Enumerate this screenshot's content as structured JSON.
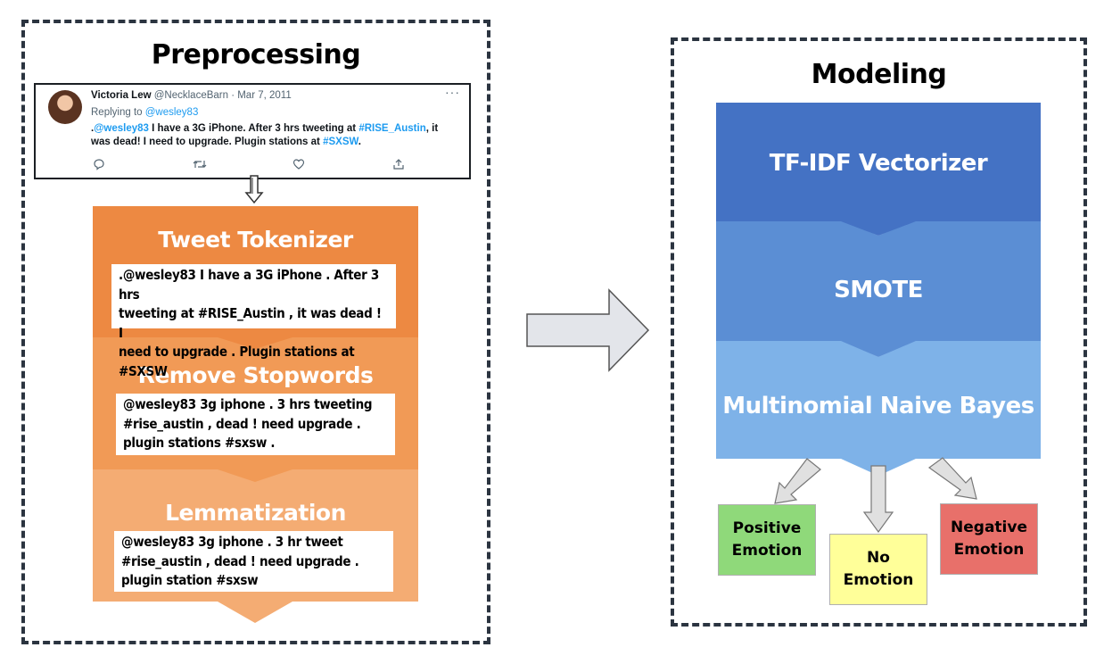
{
  "preprocessing": {
    "title": "Preprocessing",
    "tweet": {
      "name": "Victoria Lew",
      "handle_date": "@NecklaceBarn · Mar 7, 2011",
      "replying_prefix": "Replying to ",
      "replying_to": "@wesley83",
      "body_line1_prefix": ".",
      "body_mention": "@wesley83",
      "body_line1_mid": " I have a 3G iPhone. After 3 hrs tweeting at ",
      "body_hashtag1": "#RISE_Austin",
      "body_line1_end": ", it",
      "body_line2_start": "was dead!  I need to upgrade. Plugin stations at ",
      "body_hashtag2": "#SXSW",
      "body_line2_end": ".",
      "more": "···",
      "actions": [
        "reply-icon",
        "retweet-icon",
        "like-icon",
        "share-icon"
      ]
    },
    "steps": [
      {
        "title": "Tweet Tokenizer",
        "lines": [
          ".@wesley83 I have a 3G iPhone . After 3 hrs",
          "tweeting at #RISE_Austin , it was dead ! I",
          "need to upgrade . Plugin stations at #SXSW"
        ],
        "color": "#ED8942"
      },
      {
        "title": "Remove Stopwords",
        "lines": [
          "@wesley83 3g iphone . 3 hrs tweeting",
          "#rise_austin , dead ! need upgrade .",
          "plugin stations #sxsw ."
        ],
        "color": "#F19A56"
      },
      {
        "title": "Lemmatization",
        "lines": [
          "@wesley83 3g iphone . 3 hr tweet",
          "#rise_austin , dead ! need upgrade .",
          "plugin station #sxsw"
        ],
        "color": "#F4AC73"
      }
    ]
  },
  "modeling": {
    "title": "Modeling",
    "steps": [
      {
        "title": "TF-IDF Vectorizer",
        "color": "#4472C4"
      },
      {
        "title": "SMOTE",
        "color": "#5B8ED4"
      },
      {
        "title": "Multinomial Naive Bayes",
        "color": "#7EB2E8"
      }
    ],
    "outputs": [
      {
        "lines": [
          "Positive",
          "Emotion"
        ],
        "color": "#8FD97A"
      },
      {
        "lines": [
          "No",
          "Emotion"
        ],
        "color": "#FFFF99"
      },
      {
        "lines": [
          "Negative",
          "Emotion"
        ],
        "color": "#E8706A"
      }
    ]
  }
}
